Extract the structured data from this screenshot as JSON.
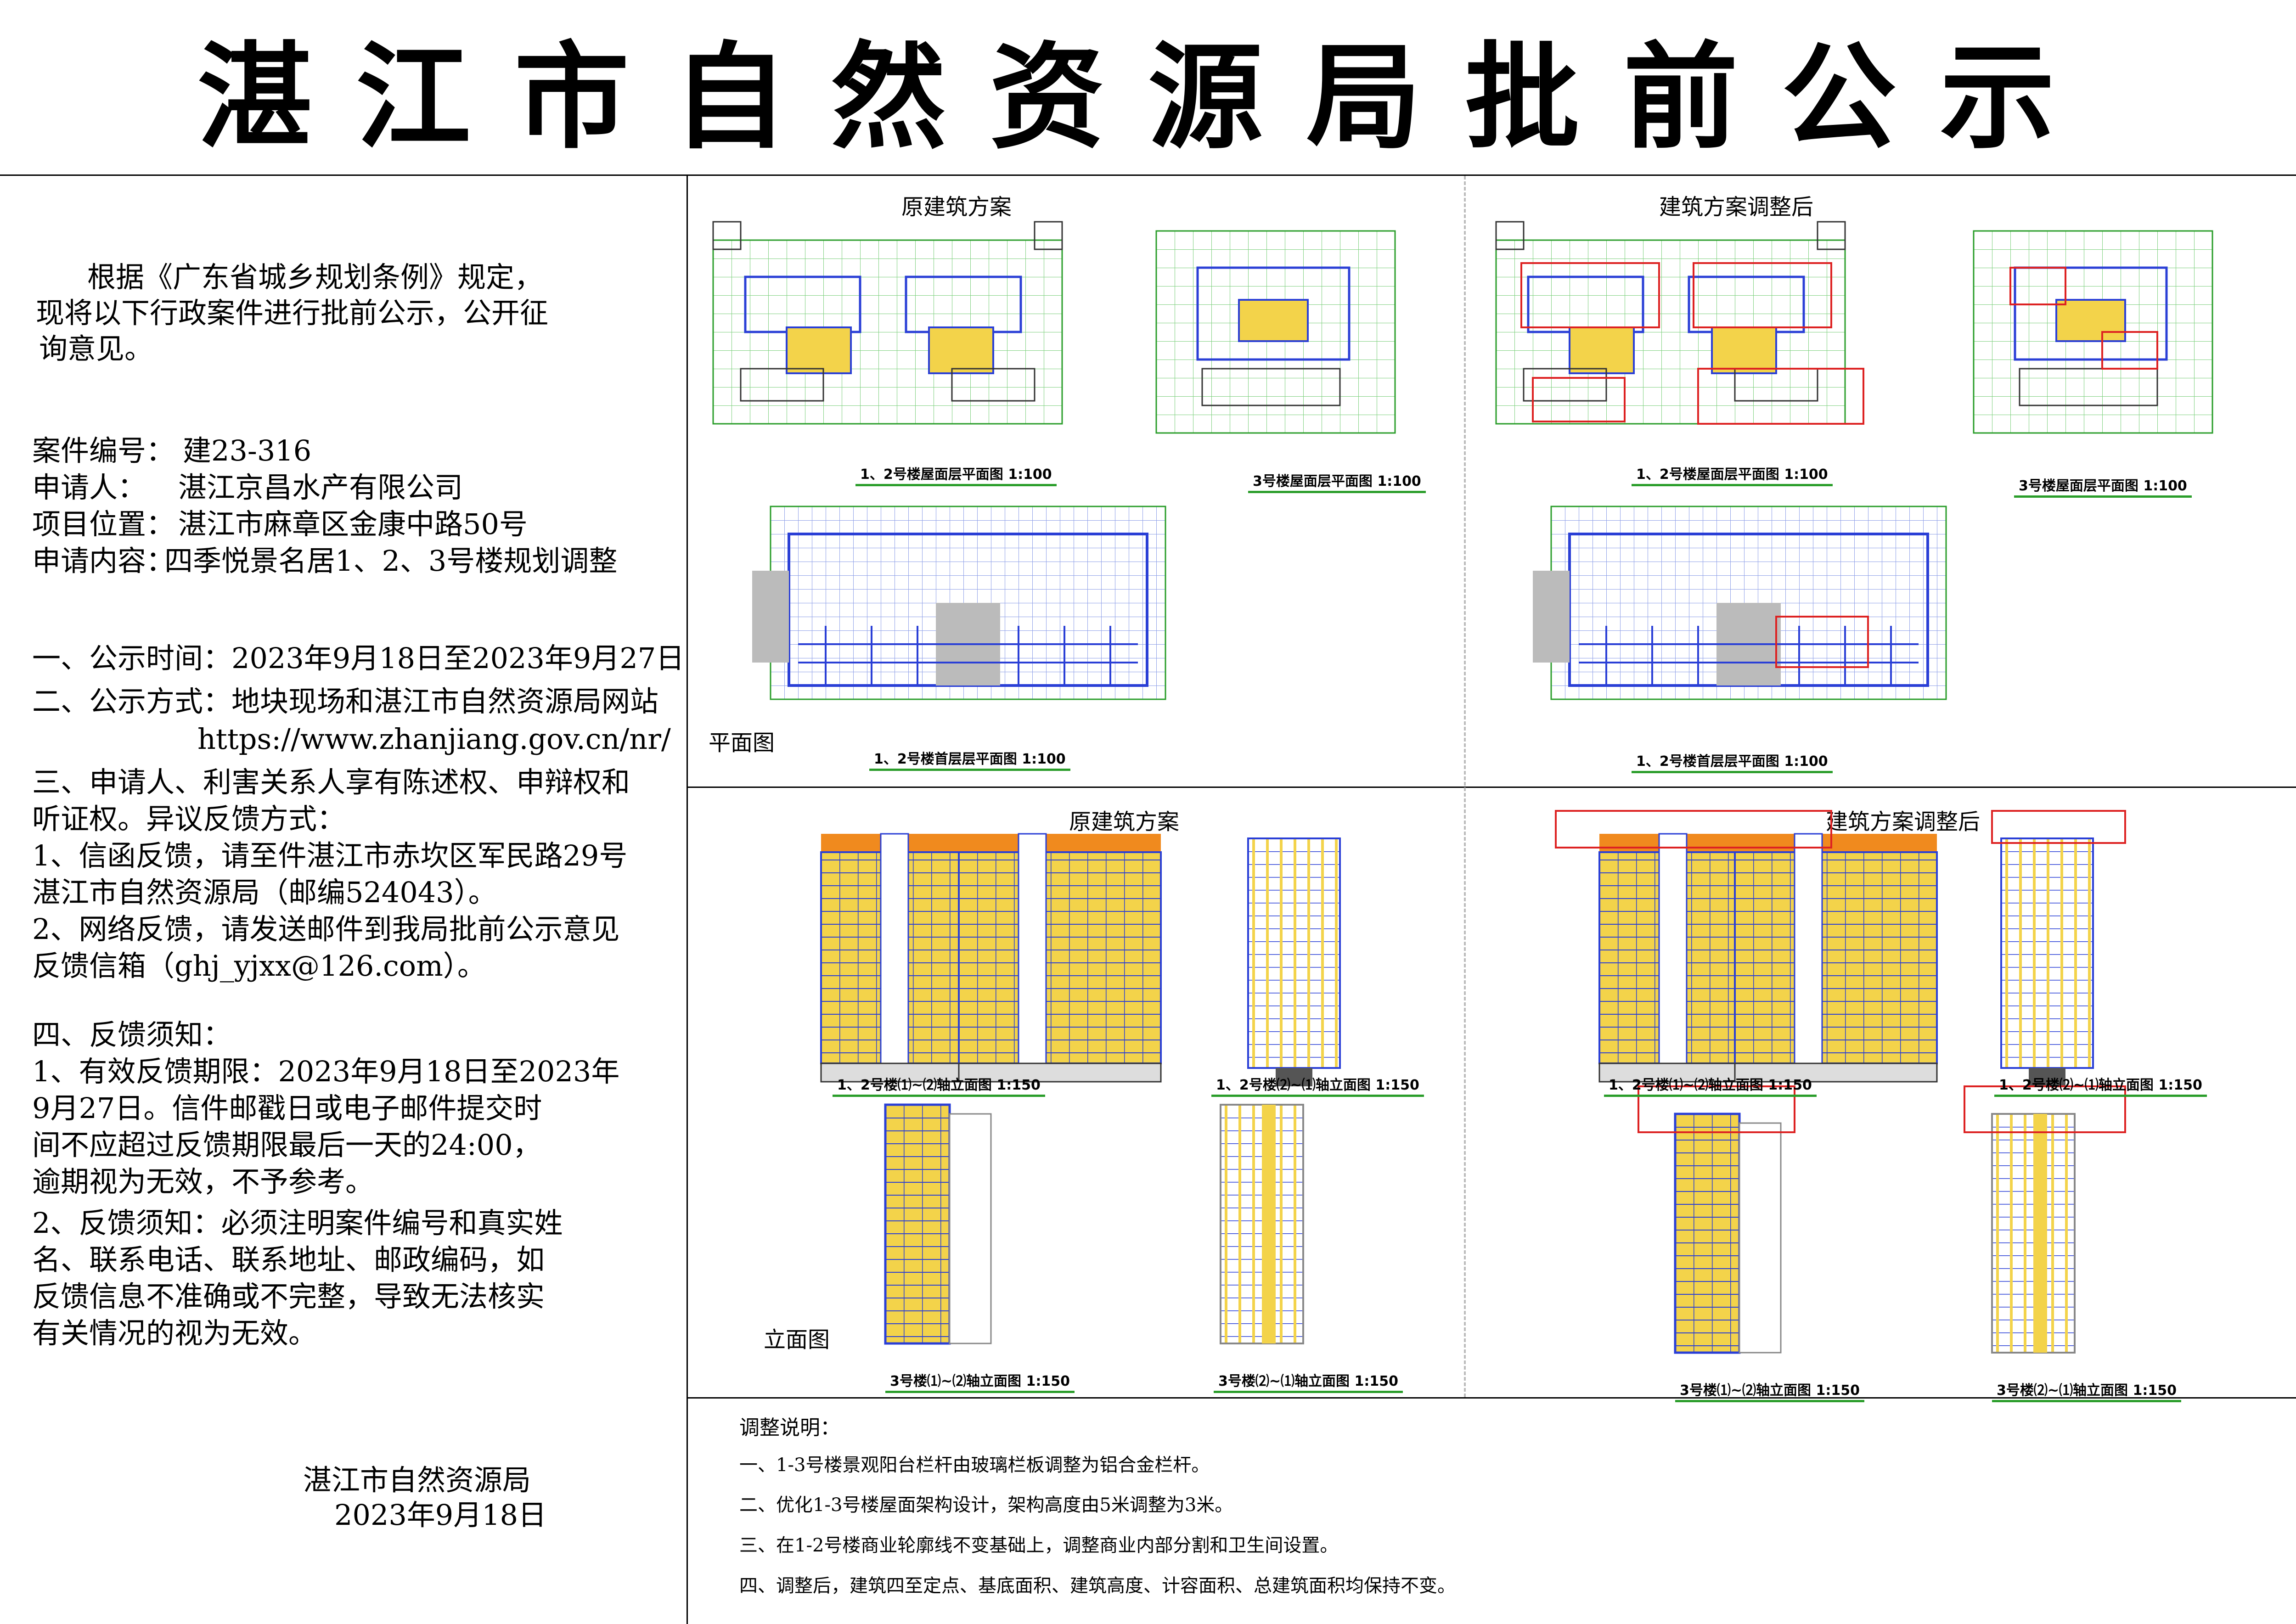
{
  "title": "湛江市自然资源局批前公示",
  "left": {
    "intro": [
      "根据《广东省城乡规划条例》规定，",
      "现将以下行政案件进行批前公示，公开征",
      "询意见。"
    ],
    "case_no_label": "案件编号：",
    "case_no": "建23-316",
    "applicant_label": "申请人：",
    "applicant": "湛江京昌水产有限公司",
    "location_label": "项目位置：",
    "location": "湛江市麻章区金康中路50号",
    "content_label": "申请内容：",
    "content": "四季悦景名居1、2、3号楼规划调整",
    "s1": "一、公示时间：2023年9月18日至2023年9月27日",
    "s2": "二、公示方式：地块现场和湛江市自然资源局网站",
    "s2_url": "https://www.zhanjiang.gov.cn/nr/",
    "s3": [
      "三、申请人、利害关系人享有陈述权、申辩权和",
      "听证权。异议反馈方式：",
      "1、信函反馈，请至件湛江市赤坎区军民路29号",
      "湛江市自然资源局（邮编524043）。",
      "2、网络反馈，请发送邮件到我局批前公示意见",
      "反馈信箱（ghj_yjxx@126.com）。"
    ],
    "s4": [
      "四、反馈须知：",
      "1、有效反馈期限：2023年9月18日至2023年",
      "  9月27日。信件邮戳日或电子邮件提交时",
      " 间不应超过反馈期限最后一天的24:00，",
      " 逾期视为无效，不予参考。",
      "2、反馈须知：必须注明案件编号和真实姓",
      "名、联系电话、联系地址、邮政编码，如",
      "反馈信息不准确或不完整，导致无法核实",
      "有关情况的视为无效。"
    ],
    "signature_org": "湛江市自然资源局",
    "signature_date": "2023年9月18日"
  },
  "drawings": {
    "plan_original": "原建筑方案",
    "plan_adjusted": "建筑方案调整后",
    "plan_label": "平面图",
    "elev_original": "原建筑方案",
    "elev_adjusted": "建筑方案调整后",
    "elev_label": "立面图",
    "cap_roof_12": "1、2号楼屋面层平面图 1:100",
    "cap_roof_3": "3号楼屋面层平面图 1:100",
    "cap_ground_12": "1、2号楼首层层平面图 1:100",
    "cap_elev_12a": "1、2号楼⑴~⑵轴立面图 1:150",
    "cap_elev_12b": "1、2号楼⑵~⑴轴立面图 1:150",
    "cap_elev_3a": "3号楼⑴~⑵轴立面图 1:150",
    "cap_elev_3b": "3号楼⑵~⑴轴立面图 1:150"
  },
  "notes": {
    "title": "调整说明：",
    "items": [
      "一、1-3号楼景观阳台栏杆由玻璃栏板调整为铝合金栏杆。",
      "二、优化1-3号楼屋面架构设计，架构高度由5米调整为3米。",
      "三、在1-2号楼商业轮廓线不变基础上，调整商业内部分割和卫生间设置。",
      "四、调整后，建筑四至定点、基底面积、建筑高度、计容面积、总建筑面积均保持不变。"
    ]
  },
  "colors": {
    "accent_green": "#2a9d2a",
    "plan_blue": "#2a3fd6",
    "elev_yellow": "#f3d34a",
    "elev_orange": "#f08a1e",
    "markup_red": "#d22"
  }
}
